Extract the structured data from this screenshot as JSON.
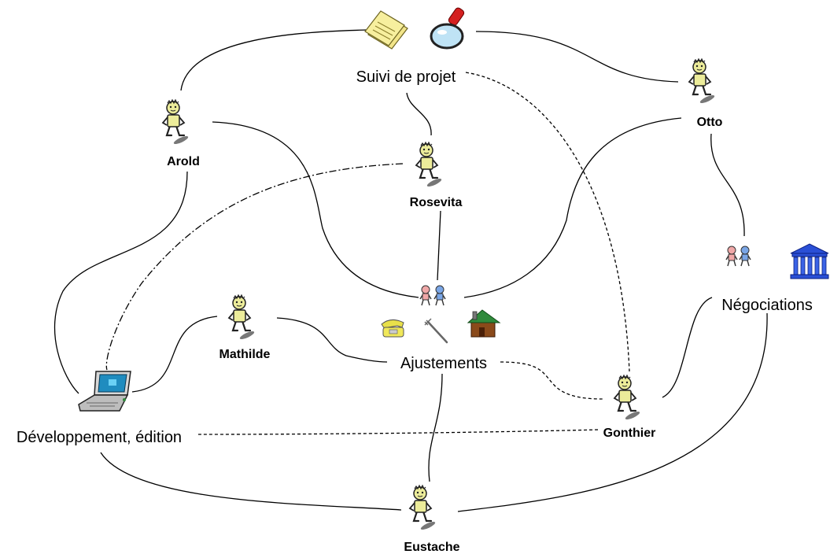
{
  "people": {
    "arold": "Arold",
    "rosevita": "Rosevita",
    "otto": "Otto",
    "mathilde": "Mathilde",
    "gonthier": "Gonthier",
    "eustache": "Eustache"
  },
  "activities": {
    "suivi": "Suivi de projet",
    "negociations": "Négociations",
    "ajustements": "Ajustements",
    "developpement": "Développement, édition"
  },
  "icons": {
    "suivi": [
      "documents-icon",
      "magnifier-icon"
    ],
    "negociations": [
      "couple-icon",
      "bank-icon"
    ],
    "ajustements": [
      "couple-icon",
      "telephone-icon",
      "fork-icon",
      "house-icon"
    ],
    "developpement": [
      "laptop-icon"
    ],
    "person": "person-icon"
  },
  "colors": {
    "figure_skin": "#ecec9a",
    "figure_outline": "#222222",
    "woman": "#f0a8a8",
    "man": "#7aa6e6",
    "bank": "#2a4fd6",
    "house_roof": "#2f8a3c",
    "house_wall": "#8a4a1a",
    "laptop_screen": "#1f8cbf"
  }
}
